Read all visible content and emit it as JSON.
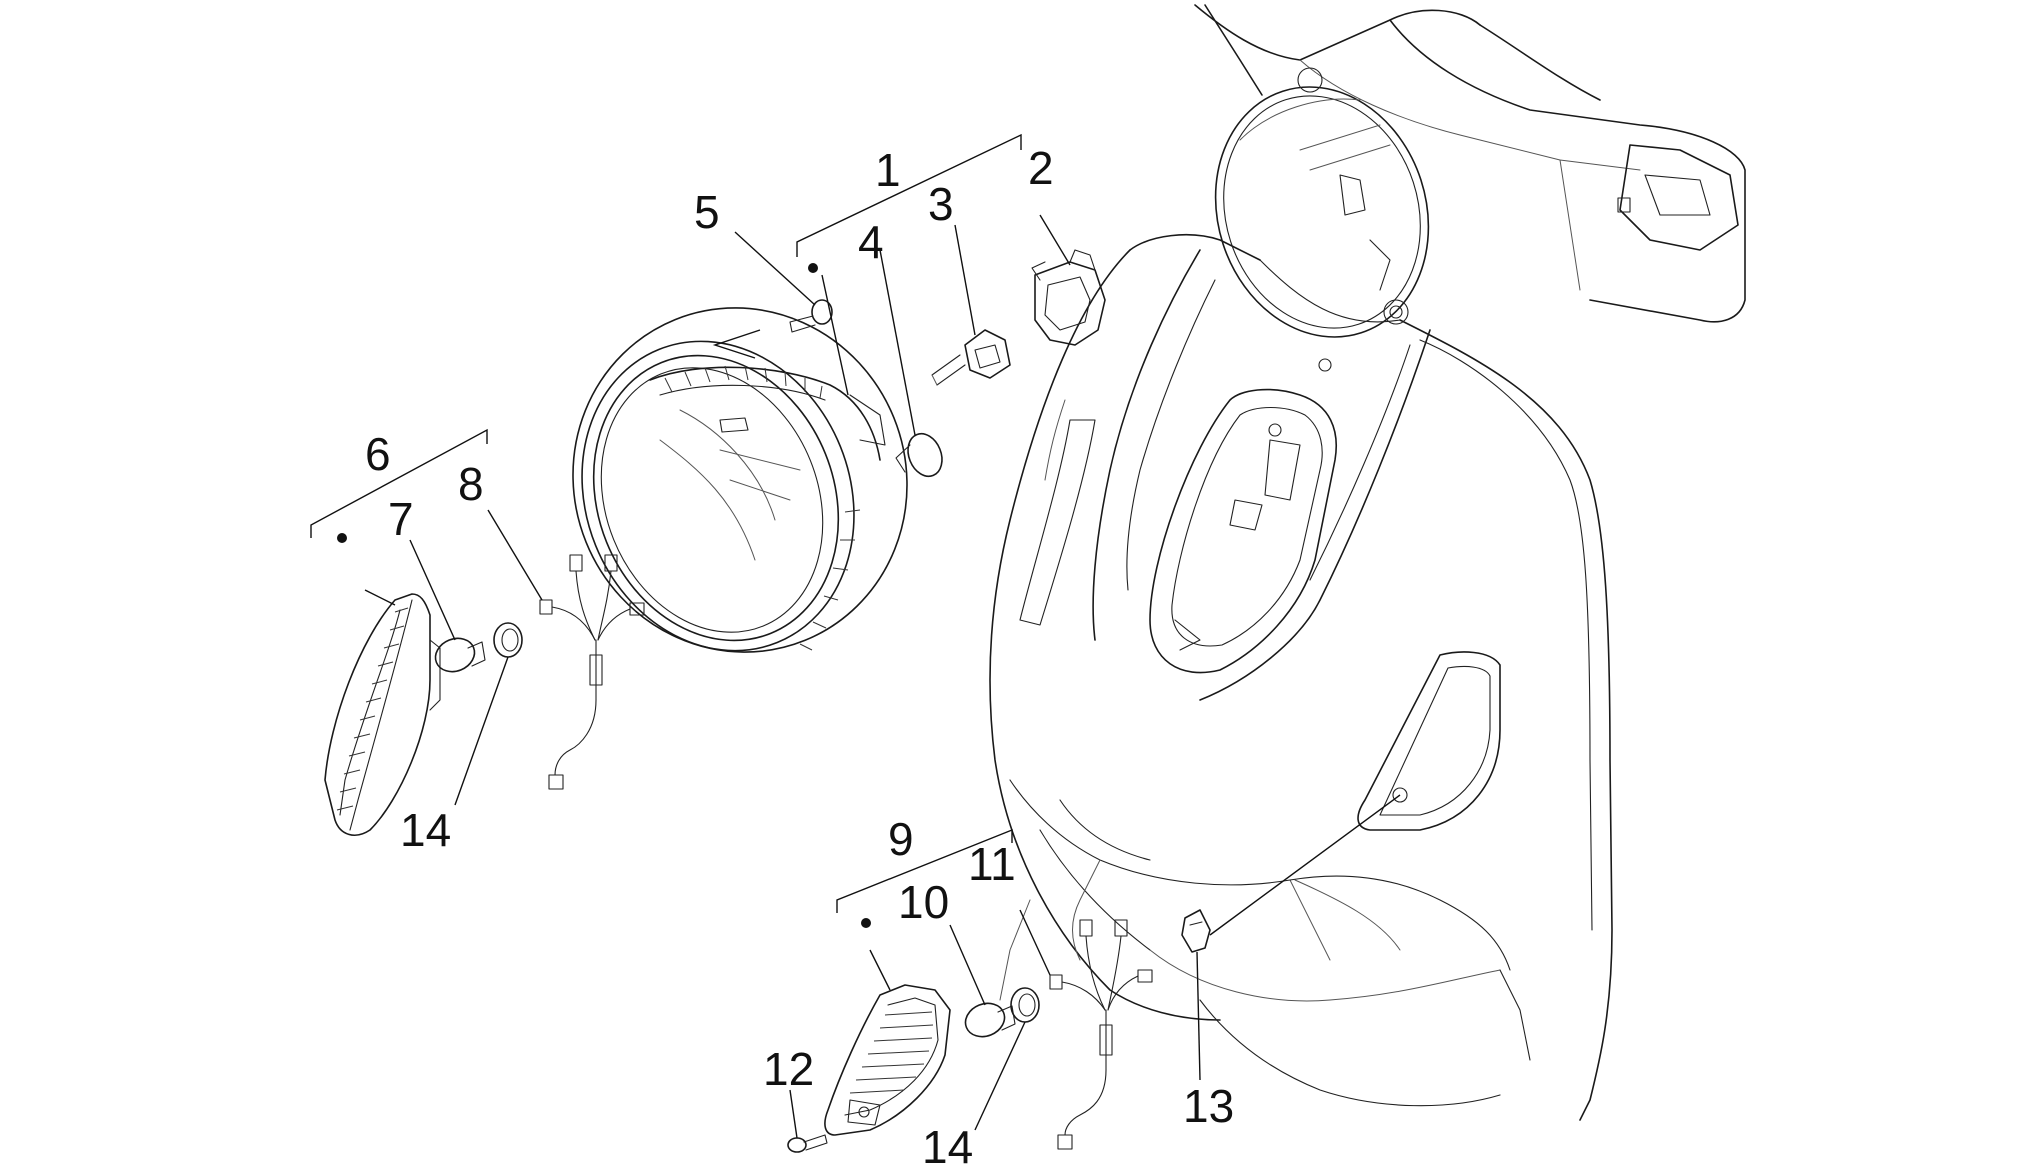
{
  "diagram": {
    "callouts": [
      {
        "id": "1",
        "label": "1"
      },
      {
        "id": "2",
        "label": "2"
      },
      {
        "id": "3",
        "label": "3"
      },
      {
        "id": "4",
        "label": "4"
      },
      {
        "id": "5",
        "label": "5"
      },
      {
        "id": "6",
        "label": "6"
      },
      {
        "id": "7",
        "label": "7"
      },
      {
        "id": "8",
        "label": "8"
      },
      {
        "id": "9",
        "label": "9"
      },
      {
        "id": "10",
        "label": "10"
      },
      {
        "id": "11",
        "label": "11"
      },
      {
        "id": "12",
        "label": "12"
      },
      {
        "id": "13",
        "label": "13"
      },
      {
        "id": "14a",
        "label": "14"
      },
      {
        "id": "14b",
        "label": "14"
      }
    ]
  }
}
